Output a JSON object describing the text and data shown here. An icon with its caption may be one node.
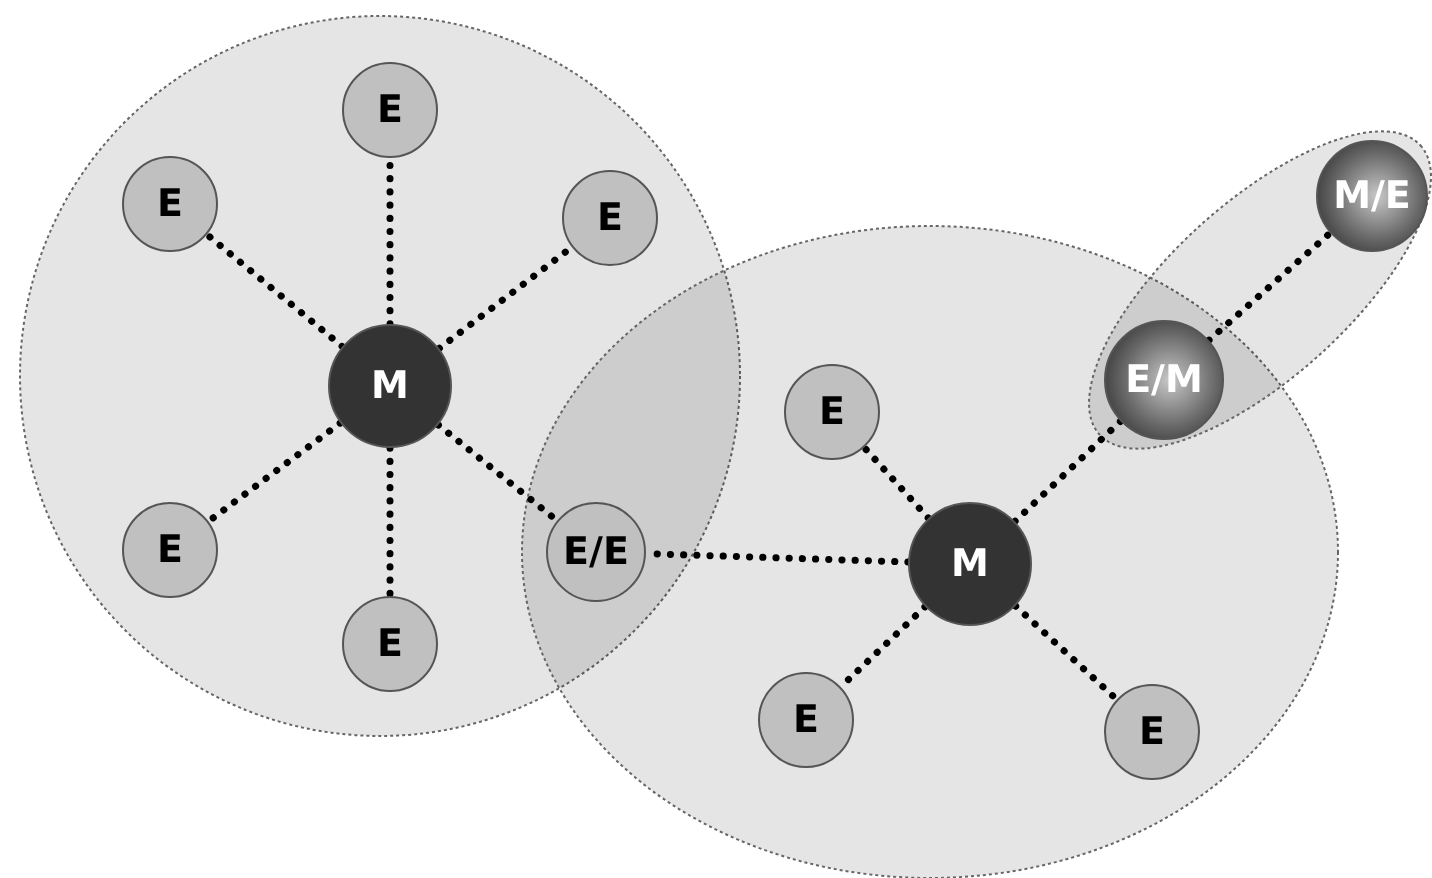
{
  "diagram": {
    "nodes": [
      {
        "text": [],
        "shape": "circle"
      },
      {
        "text": [
          "E"
        ],
        "in": 0
      },
      {
        "text": [
          "E"
        ],
        "in": 0
      },
      {
        "text": [
          "E"
        ],
        "in": 0
      },
      {
        "text": [
          "M"
        ],
        "in": 0
      },
      {
        "text": [
          "E"
        ],
        "in": 0
      },
      {
        "text": [
          "E"
        ],
        "in": 0
      },
      {
        "text": [
          "E/E"
        ]
      },
      {
        "text": [],
        "shape": "ellipse"
      },
      {
        "text": [
          "E"
        ],
        "in": 8
      },
      {
        "text": [
          "M"
        ],
        "in": 8
      },
      {
        "text": [
          "E"
        ],
        "in": 8
      },
      {
        "text": [
          "E"
        ],
        "in": 8
      },
      {
        "text": [],
        "shape": "ellipse"
      },
      {
        "text": [
          "E/M"
        ]
      },
      {
        "text": [
          "M/E"
        ],
        "in": 13
      }
    ],
    "edges": [
      {
        "from": 4,
        "to": 1,
        "arrow": "none"
      },
      {
        "from": 4,
        "to": 2,
        "arrow": "none"
      },
      {
        "from": 4,
        "to": 3,
        "arrow": "none"
      },
      {
        "from": 4,
        "to": 5,
        "arrow": "none"
      },
      {
        "from": 4,
        "to": 6,
        "arrow": "none"
      },
      {
        "from": 4,
        "to": 7,
        "arrow": "none"
      },
      {
        "from": 10,
        "to": 7,
        "arrow": "none"
      },
      {
        "from": 10,
        "to": 9,
        "arrow": "none"
      },
      {
        "from": 10,
        "to": 14,
        "arrow": "none"
      },
      {
        "from": 10,
        "to": 11,
        "arrow": "none"
      },
      {
        "from": 10,
        "to": 12,
        "arrow": "none"
      },
      {
        "from": 14,
        "to": 15,
        "arrow": "none"
      }
    ]
  }
}
